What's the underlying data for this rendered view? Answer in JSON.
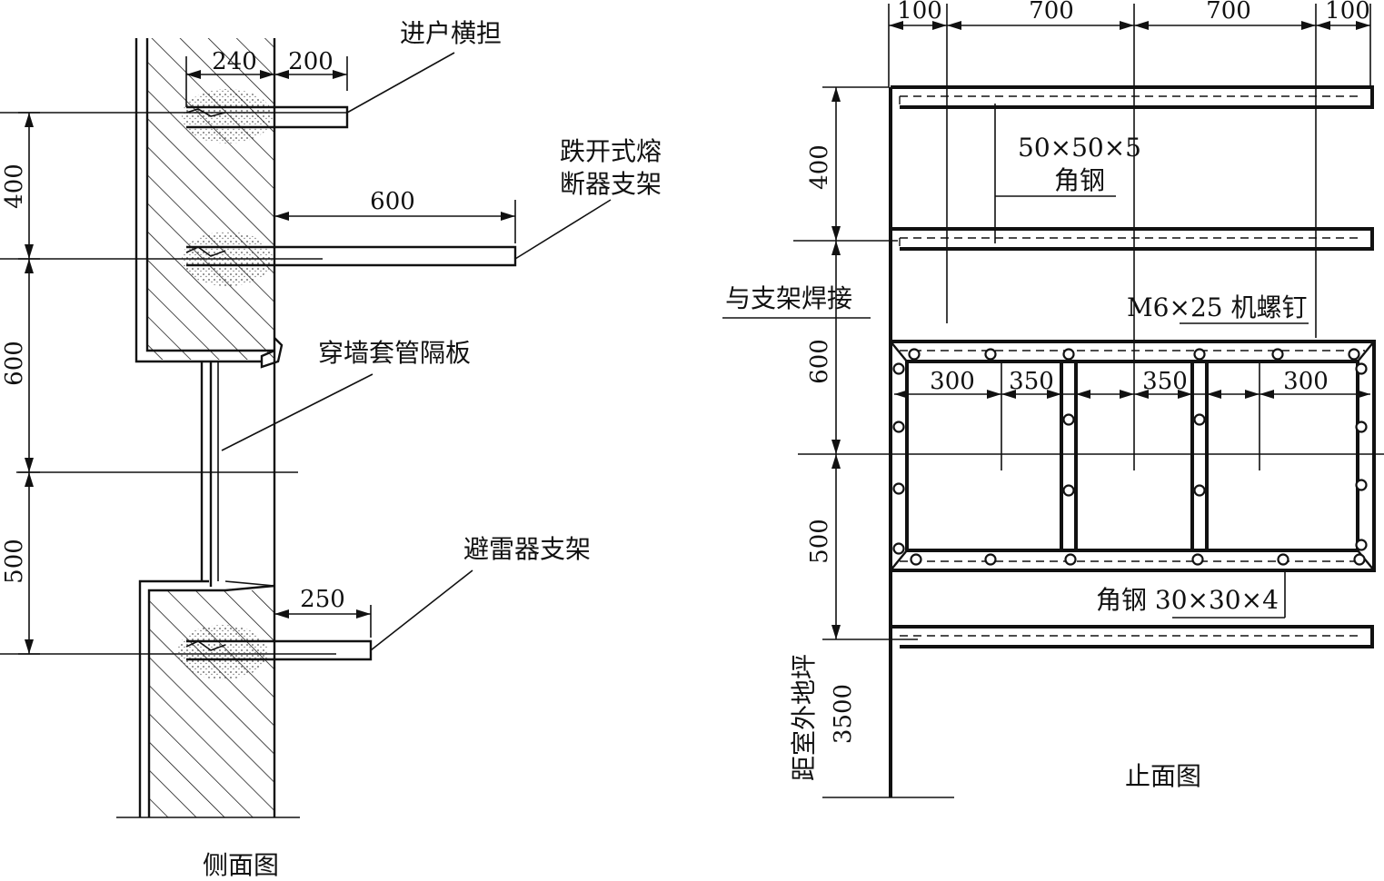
{
  "side_view": {
    "caption": "侧面图",
    "labels": {
      "entry_crossarm": "进户横担",
      "dropout_fuse_bracket_line1": "跌开式熔",
      "dropout_fuse_bracket_line2": "断器支架",
      "wall_sleeve_plate": "穿墙套管隔板",
      "arrester_bracket": "避雷器支架"
    },
    "dimensions": {
      "wall_thickness": "240",
      "crossarm_projection": "200",
      "fuse_bracket_projection": "600",
      "arrester_bracket_projection": "250",
      "spacing_top": "400",
      "spacing_middle": "600",
      "spacing_bottom": "500"
    }
  },
  "front_view": {
    "caption": "止面图",
    "labels": {
      "angle_steel_large_line1": "50×50×5",
      "angle_steel_large_line2": "角钢",
      "weld_note": "与支架焊接",
      "screw_note": "M6×25 机螺钉",
      "angle_steel_small": "角钢 30×30×4",
      "ground_distance_line1": "距室外地坪",
      "ground_distance_line2": "3500"
    },
    "dimensions": {
      "top_100_left": "100",
      "top_700_left": "700",
      "top_700_right": "700",
      "top_100_right": "100",
      "inner_300_left": "300",
      "inner_350_left": "350",
      "inner_350_right": "350",
      "inner_300_right": "300",
      "vertical_400": "400",
      "vertical_600": "600",
      "vertical_500": "500"
    }
  }
}
